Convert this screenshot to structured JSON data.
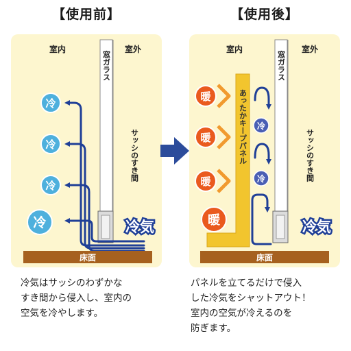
{
  "before": {
    "title": "【使用前】",
    "indoor_label": "室内",
    "outdoor_label": "室外",
    "window_label": "窓ガラス",
    "gap_label": "サッシのすき間",
    "cold_air_label": "冷気",
    "cold_badge": "冷",
    "floor_label": "床面",
    "description": "冷気はサッシのわずかな\nすき間から侵入し、室内の\n空気を冷やします。"
  },
  "after": {
    "title": "【使用後】",
    "indoor_label": "室内",
    "outdoor_label": "室外",
    "window_label": "窓ガラス",
    "gap_label": "サッシのすき間",
    "panel_label": "あったかキープパネル",
    "cold_air_label": "冷気",
    "cold_badge": "冷",
    "warm_badge": "暖",
    "floor_label": "床面",
    "description": "パネルを立てるだけで侵入\nした冷気をシャットアウト！\n室内の空気が冷えるのを\n防ぎます。"
  },
  "colors": {
    "panel_bg": "#fdf6cf",
    "floor": "#a6611f",
    "cold_arrow": "#1f3f97",
    "cold_badge": "#4eb0dd",
    "warm_badge": "#ea5a1e",
    "warm_arrow": "#f19a2e",
    "keep_panel": "#f2c52e",
    "direction_arrow": "#2c4c9b"
  }
}
